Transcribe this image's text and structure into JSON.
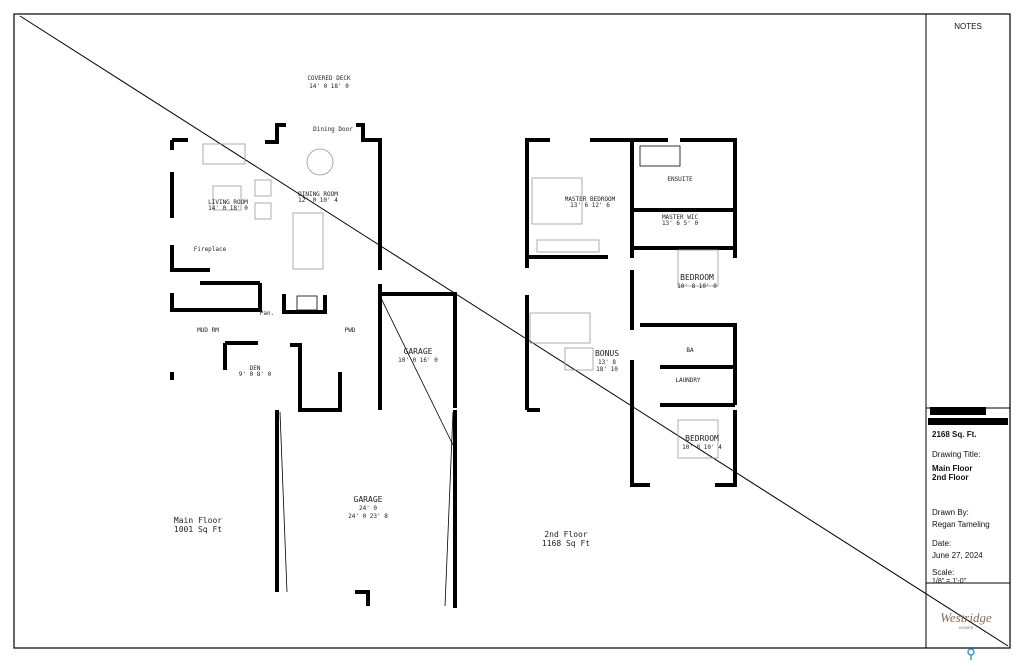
{
  "title_block": {
    "notes_label": "NOTES",
    "area": "2168 Sq. Ft.",
    "drawing_title_label": "Drawing Title:",
    "drawing_titles": [
      "Main Floor",
      "2nd Floor"
    ],
    "drawn_by_label": "Drawn By:",
    "drawn_by": "Regan Tameling",
    "date_label": "Date:",
    "date": "June 27, 2024",
    "scale_label": "Scale:",
    "scale": "1/8\" = 1'-0\"",
    "logo_text": "Westridge HOMES"
  },
  "main_floor": {
    "covered_deck": {
      "name": "COVERED DECK",
      "dims": "14' 0  18' 0"
    },
    "dining_room": {
      "name": "DINING ROOM",
      "dims": "12' 0  10' 4"
    },
    "living_room": {
      "name": "LIVING ROOM",
      "dims": "14' 0  18' 0"
    },
    "dining_door": "Dining Door",
    "fireplace": "Fireplace",
    "pantry": "Pan.",
    "den": {
      "name": "DEN",
      "dims": "9' 0  8' 0"
    },
    "mud_rm": "MUD RM",
    "pwd": "PWD",
    "garage_small": {
      "name": "GARAGE",
      "dims": "10' 0  16' 0"
    },
    "garage": {
      "name": "GARAGE",
      "dims1": "24' 0",
      "dims2": "24' 0  23' 8"
    },
    "summary": {
      "name": "Main Floor",
      "area": "1001 Sq Ft"
    }
  },
  "second_floor": {
    "master_bedroom": {
      "name": "MASTER BEDROOM",
      "dims": "13' 6  12' 6"
    },
    "ensuite": "ENSUITE",
    "wic": {
      "name": "MASTER WIC",
      "dims": "13' 6  5' 0"
    },
    "bedroom1": {
      "name": "BEDROOM",
      "dims": "10' 8  10' 0"
    },
    "bonus": {
      "name": "BONUS",
      "dims1": "13' 8",
      "dims2": "18' 10"
    },
    "bath": "BA",
    "laundry": "LAUNDRY",
    "bedroom2": {
      "name": "BEDROOM",
      "dims": "10' 8  10' 4"
    },
    "summary": {
      "name": "2nd Floor",
      "area": "1168 Sq Ft"
    }
  }
}
